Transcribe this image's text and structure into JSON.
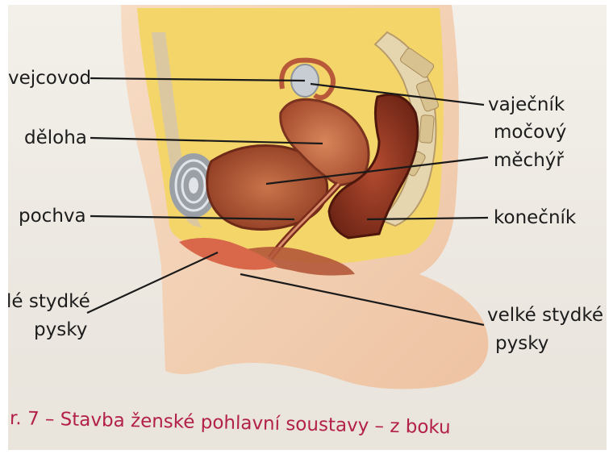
{
  "labels": {
    "vejcovod": "vejcovod",
    "vajecnik": "vaječník",
    "deloha": "děloha",
    "mocovy_mechyr_line1": "močový",
    "mocovy_mechyr_line2": "měchýř",
    "pochva": "pochva",
    "konecnik": "konečník",
    "male_stydke_line1": "lé stydké",
    "male_stydke_line2": "pysky",
    "velke_stydke_line1": "velké stydké",
    "velke_stydke_line2": "pysky"
  },
  "caption": "r. 7 – Stavba ženské pohlavní soustavy – z boku",
  "colors": {
    "caption": "#b3214a",
    "skin": "#f2d2b6",
    "fat": "#f3d56a",
    "muscle": "#a0432c",
    "bone": "#e6d6b0",
    "leader_line": "#1a1a1a"
  }
}
